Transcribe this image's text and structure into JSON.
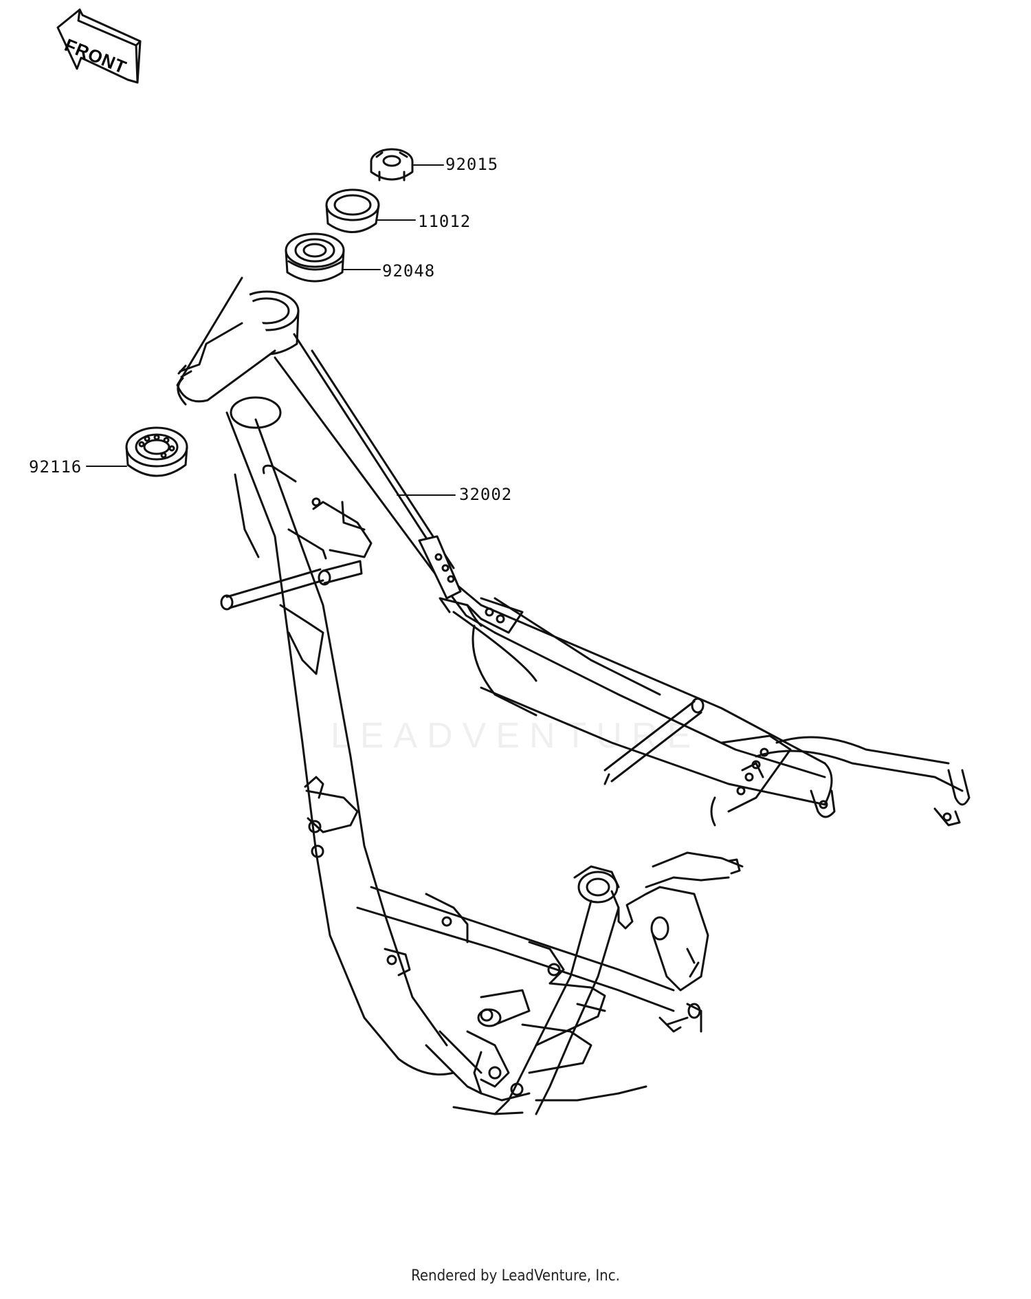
{
  "front_marker": {
    "text": "FRONT",
    "icon": "front-arrow-icon"
  },
  "parts": [
    {
      "id": "p1",
      "number": "92015"
    },
    {
      "id": "p2",
      "number": "11012"
    },
    {
      "id": "p3",
      "number": "92048"
    },
    {
      "id": "p4",
      "number": "92116"
    },
    {
      "id": "p5",
      "number": "32002"
    }
  ],
  "watermark": "LEADVENTURE",
  "credit": "Rendered by LeadVenture, Inc.",
  "colors": {
    "ink": "#111111",
    "background": "#ffffff"
  }
}
